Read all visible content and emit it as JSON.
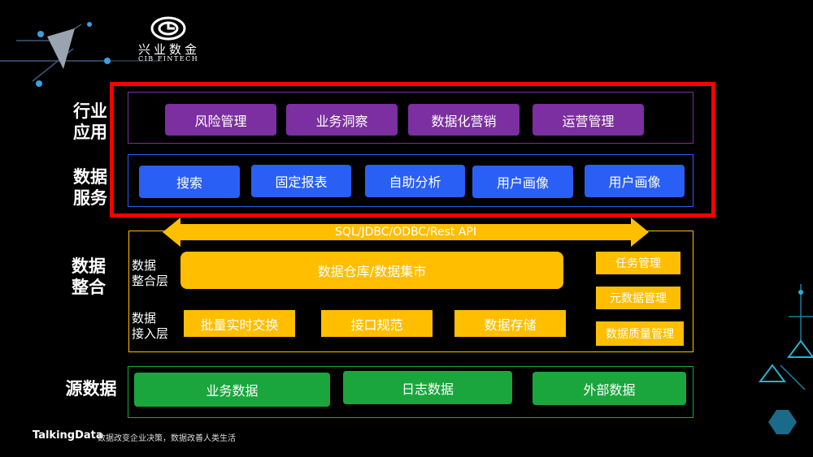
{
  "logo": {
    "name_cn": "兴业数金",
    "name_en": "CIB FINTECH"
  },
  "layers": {
    "industry": {
      "label_line1": "行业",
      "label_line2": "应用",
      "items": [
        "风险管理",
        "业务洞察",
        "数据化营销",
        "运营管理"
      ]
    },
    "service": {
      "label_line1": "数据",
      "label_line2": "服务",
      "items": [
        "搜索",
        "固定报表",
        "自助分析",
        "用户画像",
        "用户画像"
      ]
    },
    "api": {
      "label": "SQL/JDBC/ODBC/Rest API"
    },
    "integration": {
      "label_line1": "数据",
      "label_line2": "整合",
      "sub1_line1": "数据",
      "sub1_line2": "整合层",
      "sub2_line1": "数据",
      "sub2_line2": "接入层",
      "warehouse": "数据仓库/数据集市",
      "access_items": [
        "批量实时交换",
        "接口规范",
        "数据存储"
      ],
      "side_items": [
        "任务管理",
        "元数据管理",
        "数据质量管理"
      ]
    },
    "source": {
      "label": "源数据",
      "items": [
        "业务数据",
        "日志数据",
        "外部数据"
      ]
    }
  },
  "footer": {
    "brand": "TalkingData",
    "slogan": "数据改变企业决策，数据改善人类生活"
  },
  "colors": {
    "highlight": "#ff0000",
    "purple": "#7b2fa0",
    "blue": "#2a5ff5",
    "yellow": "#ffbe00",
    "green": "#1aa63c"
  }
}
